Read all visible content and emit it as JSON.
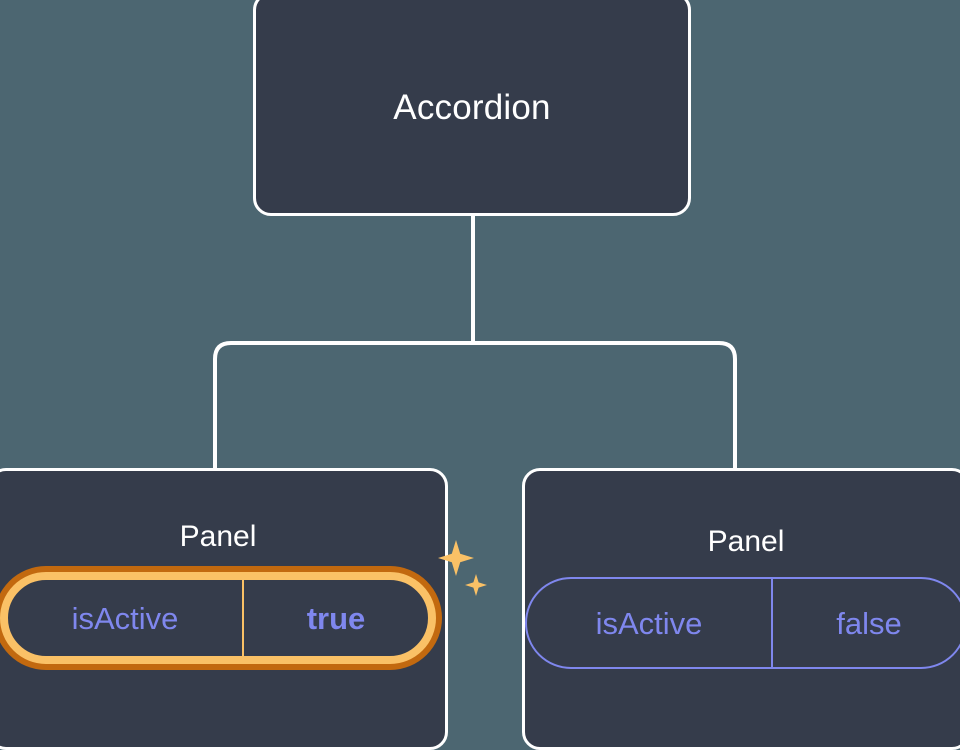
{
  "diagram": {
    "type": "component-tree",
    "background_color": "#4c6671",
    "node_fill_color": "#353c4b",
    "node_border_color": "#ffffff",
    "connector_color": "#ffffff",
    "accent_prop_color": "#7f87ee",
    "highlight_outer_color": "#c2690f",
    "highlight_inner_color": "#fac166",
    "root": {
      "label": "Accordion"
    },
    "children": [
      {
        "label": "Panel",
        "highlighted": true,
        "prop": {
          "name": "isActive",
          "value": "true"
        },
        "sparkle_icon": "sparkles-icon"
      },
      {
        "label": "Panel",
        "highlighted": false,
        "prop": {
          "name": "isActive",
          "value": "false"
        }
      }
    ]
  }
}
